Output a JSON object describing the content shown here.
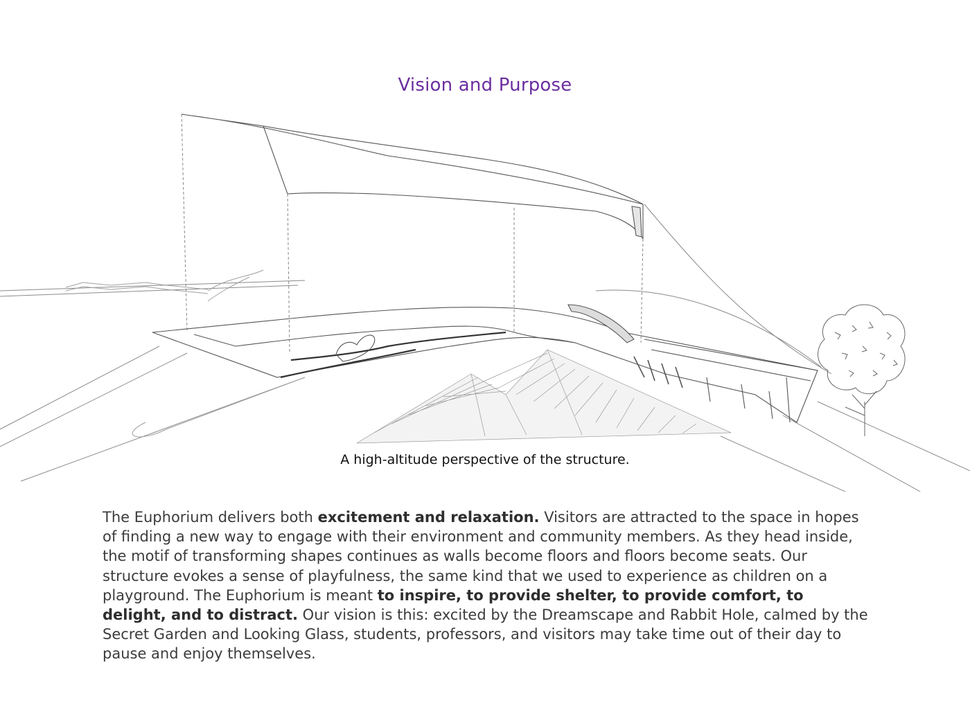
{
  "title": "Vision and Purpose",
  "caption": "A high-altitude perspective of the structure.",
  "body": {
    "part1": "The Euphorium delivers both ",
    "bold1": "excitement and relaxation.",
    "part2": " Visitors are attracted to the space in hopes of finding a new way to engage with their environment and community members. As they head inside, the motif of transforming shapes continues as walls become floors and floors become seats. Our structure evokes a sense of playfulness, the same kind that we used to experience as children on a playground. The Euphorium is meant ",
    "bold2": "to inspire, to provide shelter, to provide comfort, to delight, and to distract.",
    "part3": " Our vision is this: excited by the Dreamscape and Rabbit Hole, calmed by the Secret Garden and Looking Glass, students, professors, and visitors may take time out of their day to pause and enjoy themselves."
  },
  "colors": {
    "title": "#6b2ea0",
    "text": "#3c3c3c",
    "line": "#8a8a8a"
  }
}
